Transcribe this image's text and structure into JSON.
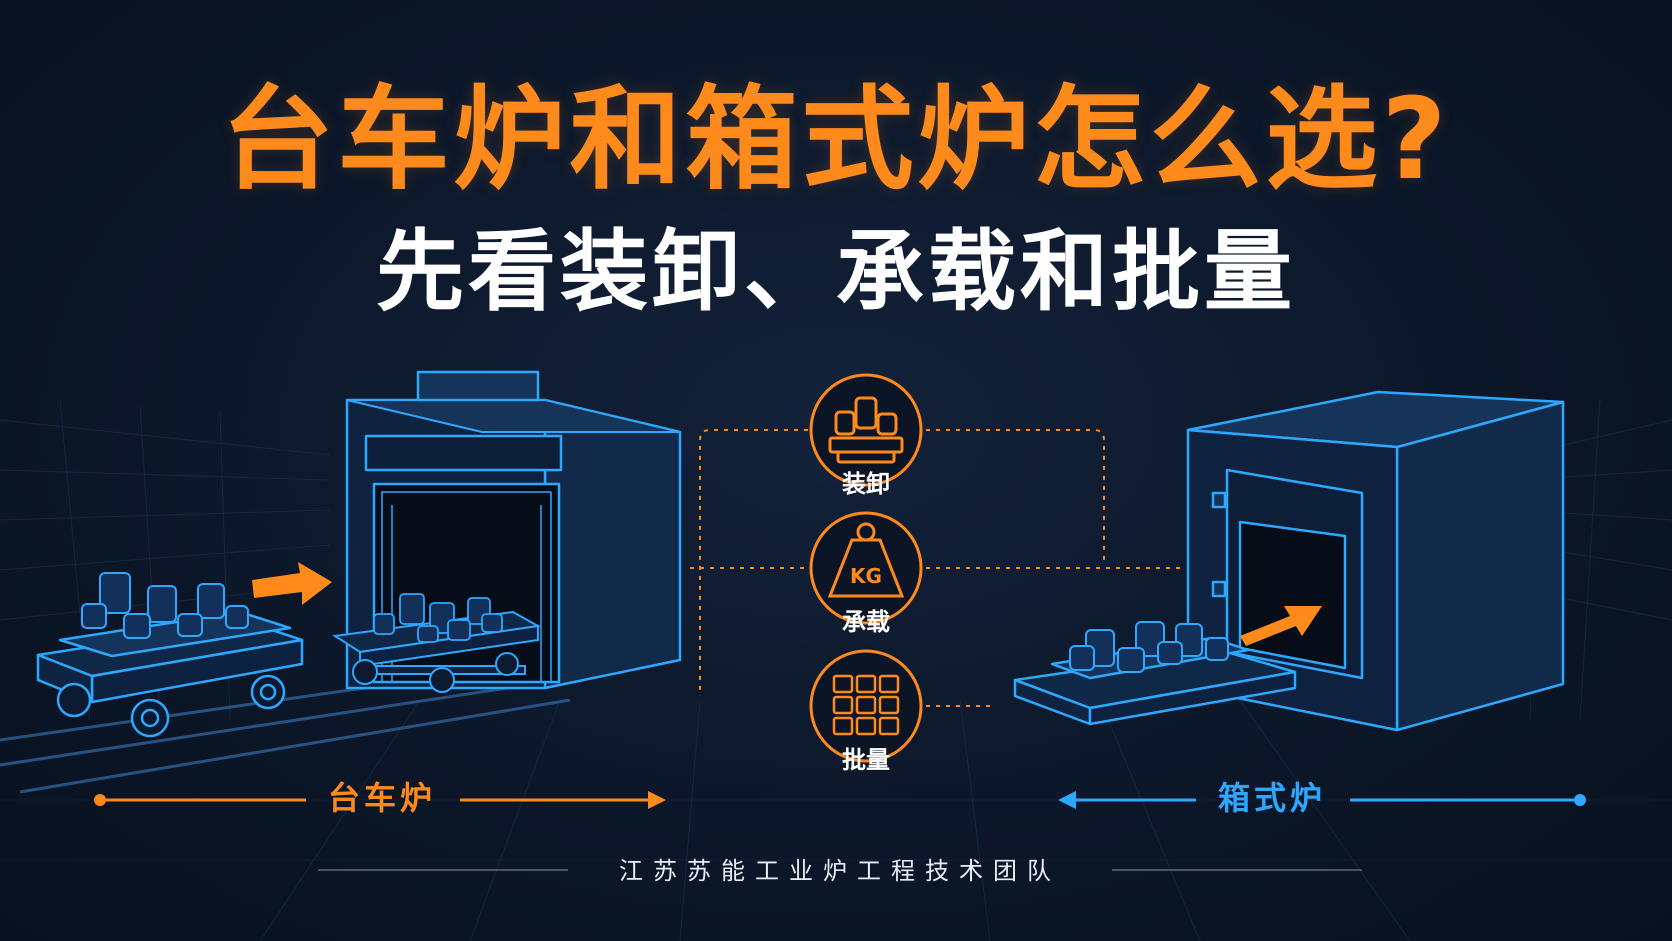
{
  "title": "台车炉和箱式炉怎么选?",
  "subtitle": "先看装卸、承载和批量",
  "features": [
    {
      "label": "装卸",
      "icon": "load-unload-icon"
    },
    {
      "label": "承载",
      "icon": "weight-kg-icon",
      "icon_text": "KG"
    },
    {
      "label": "批量",
      "icon": "batch-grid-icon"
    }
  ],
  "left_label": "台车炉",
  "right_label": "箱式炉",
  "footer": "江苏苏能工业炉工程技术团队",
  "colors": {
    "background": "#0b1526",
    "accent_orange": "#ff8a1c",
    "accent_blue": "#2ea8ff",
    "text_white": "#ffffff"
  }
}
